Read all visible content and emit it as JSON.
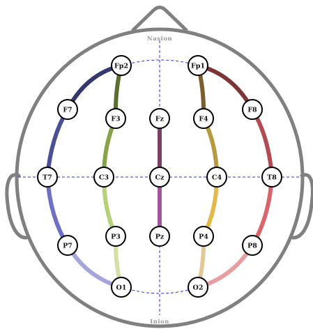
{
  "landmarks": {
    "top": "Nasion",
    "bottom": "Inion"
  },
  "colors": {
    "head": "#808080",
    "guide": "#2f2fe0",
    "left_temporal": [
      "#35386e",
      "#4a4f98",
      "#6d70c4",
      "#a3a5dc"
    ],
    "left_parasagittal": [
      "#5a6e30",
      "#86a24a",
      "#b6d278",
      "#d4dfa8"
    ],
    "midline": [
      "#7b3f6b",
      "#a1559a"
    ],
    "right_parasagittal": [
      "#7b5f2e",
      "#b89a3e",
      "#e3b94c",
      "#e2c896"
    ],
    "right_temporal": [
      "#7e3535",
      "#b24c52",
      "#d9646c",
      "#e89ea0"
    ]
  },
  "electrodes": {
    "Fp2": "Fp2",
    "Fp1": "Fp1",
    "F7": "F7",
    "F3": "F3",
    "Fz": "Fz",
    "F4": "F4",
    "F8": "F8",
    "T7": "T7",
    "C3": "C3",
    "Cz": "Cz",
    "C4": "C4",
    "T8": "T8",
    "P7": "P7",
    "P3": "P3",
    "Pz": "Pz",
    "P4": "P4",
    "P8": "P8",
    "O1": "O1",
    "O2": "O2"
  }
}
